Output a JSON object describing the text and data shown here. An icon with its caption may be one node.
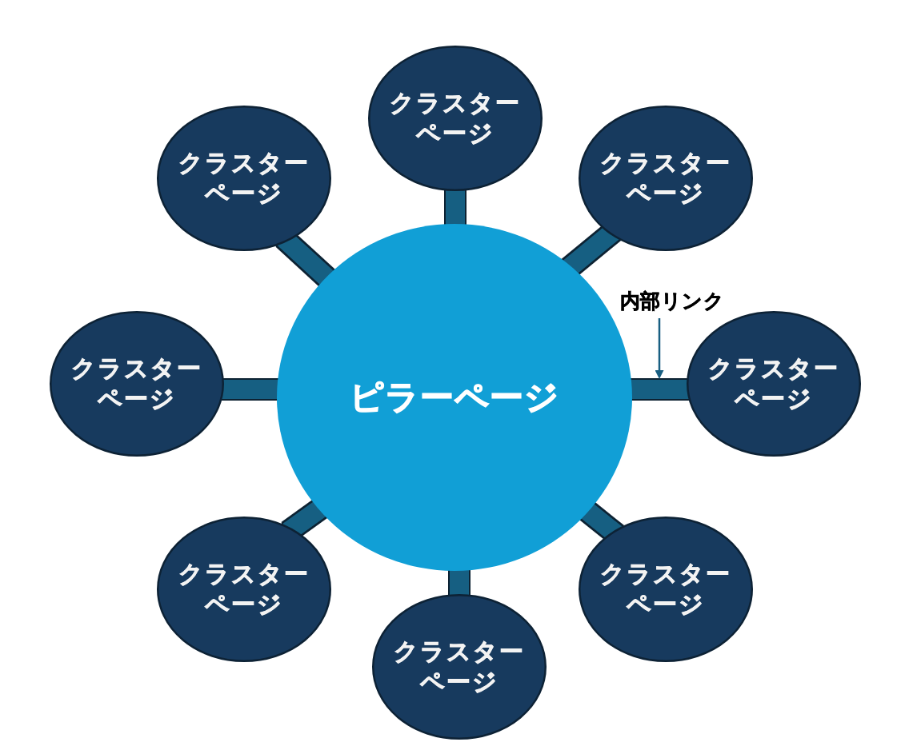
{
  "diagram": {
    "nodes": [
      {
        "text": [
          "クラスターページ"
        ]
      },
      {
        "text": [
          "クラスターページ"
        ]
      },
      {
        "text": [
          "クラスターページ"
        ]
      },
      {
        "text": [
          "内部リンク"
        ]
      },
      {
        "text": [
          "クラスターページ"
        ]
      },
      {
        "text": [
          "ピラーページ"
        ]
      },
      {
        "text": [
          "クラスターページ"
        ]
      },
      {
        "text": [
          "クラスターページ"
        ]
      },
      {
        "text": [
          "クラスターページ"
        ]
      },
      {
        "text": [
          "クラスターページ"
        ]
      }
    ],
    "edges": [
      {
        "from": 5,
        "to": 0,
        "arrow": "none"
      },
      {
        "from": 5,
        "to": 1,
        "arrow": "none"
      },
      {
        "from": 5,
        "to": 2,
        "arrow": "none"
      },
      {
        "from": 5,
        "to": 4,
        "arrow": "none"
      },
      {
        "from": 5,
        "to": 6,
        "arrow": "none"
      },
      {
        "from": 5,
        "to": 7,
        "arrow": "none"
      },
      {
        "from": 5,
        "to": 8,
        "arrow": "none"
      },
      {
        "from": 5,
        "to": 9,
        "arrow": "none"
      },
      {
        "from": 3,
        "to": null,
        "arrow": "to"
      }
    ]
  }
}
